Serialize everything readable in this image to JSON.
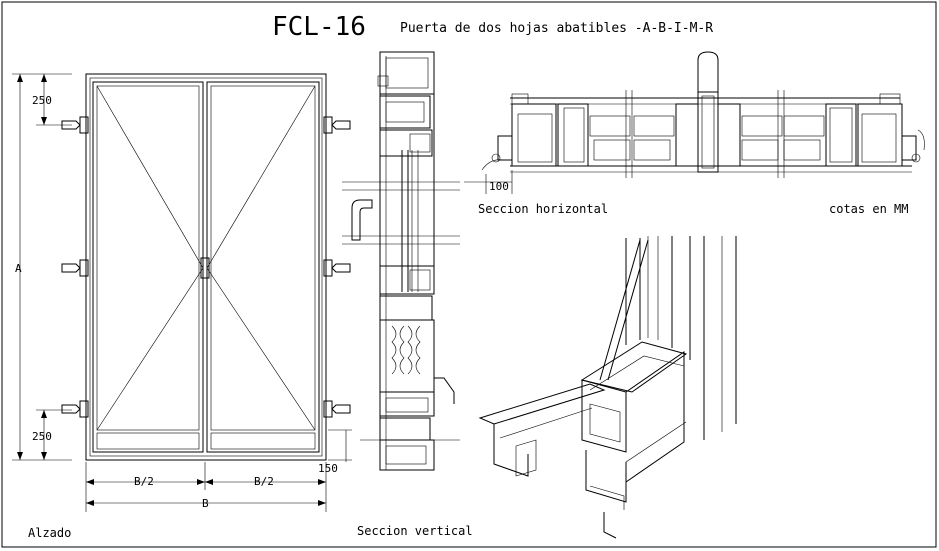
{
  "title": {
    "code": "FCL-16",
    "description": "Puerta de dos hojas abatibles -A-B-I-M-R"
  },
  "elevation": {
    "caption": "Alzado",
    "dims": {
      "height": "A",
      "top_offset": "250",
      "bottom_offset": "250",
      "half_width_left": "B/2",
      "half_width_right": "B/2",
      "width": "B",
      "threshold": "150"
    }
  },
  "vertical_section": {
    "caption": "Seccion vertical"
  },
  "horizontal_section": {
    "caption": "Seccion horizontal",
    "dim_left": "100",
    "units_note": "cotas en MM"
  },
  "colors": {
    "line": "#000000",
    "background": "#ffffff"
  }
}
